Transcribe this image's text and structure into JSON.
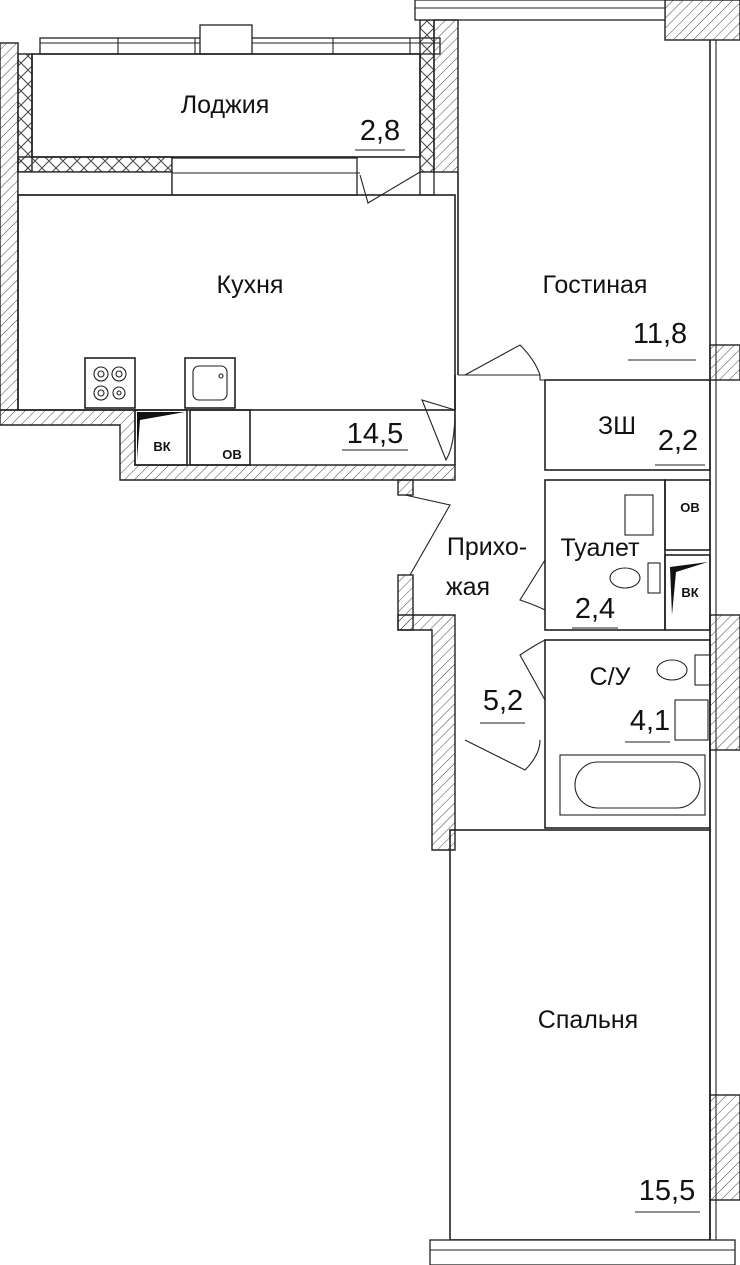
{
  "plan": {
    "rooms": [
      {
        "id": "loggia",
        "name": "Лоджия",
        "area": "2,8"
      },
      {
        "id": "kitchen",
        "name": "Кухня",
        "area": "14,5"
      },
      {
        "id": "living",
        "name": "Гостиная",
        "area": "11,8"
      },
      {
        "id": "closet",
        "name": "ЗШ",
        "area": "2,2"
      },
      {
        "id": "hall",
        "name_line1": "Прихо-",
        "name_line2": "жая",
        "area": "5,2"
      },
      {
        "id": "toilet",
        "name": "Туалет",
        "area": "2,4"
      },
      {
        "id": "bathroom",
        "name": "С/У",
        "area": "4,1"
      },
      {
        "id": "bedroom",
        "name": "Спальня",
        "area": "15,5"
      }
    ],
    "shafts": {
      "vk": "ВК",
      "ov": "ОВ"
    }
  }
}
